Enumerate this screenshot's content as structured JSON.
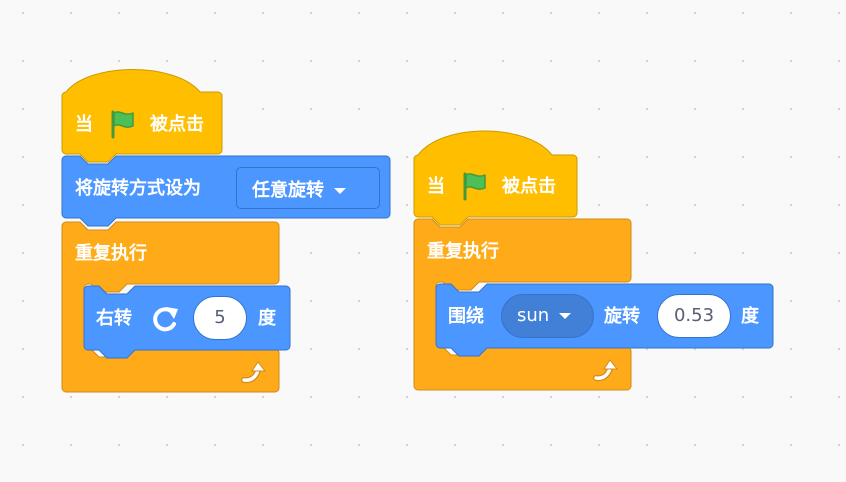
{
  "script1": {
    "hat_when": "当",
    "hat_clicked": "被点击",
    "set_rotation_label": "将旋转方式设为",
    "rotation_style_value": "任意旋转",
    "repeat_label": "重复执行",
    "turn_right_label": "右转",
    "turn_degrees_value": "5",
    "degree_unit": "度"
  },
  "script2": {
    "hat_when": "当",
    "hat_clicked": "被点击",
    "repeat_label": "重复执行",
    "orbit_label": "围绕",
    "orbit_target_value": "sun",
    "rotate_label": "旋转",
    "rotate_degrees_value": "0.53",
    "degree_unit": "度"
  },
  "icons": {
    "flag": "green-flag-icon",
    "turn_right": "rotate-right-icon",
    "loop_return": "loop-arrow-icon"
  },
  "colors": {
    "control_orange": "#ffab19",
    "events_yellow": "#ffbf00",
    "motion_blue": "#4c97ff",
    "flag_green": "#4cbf56",
    "workspace_bg": "#f9f9f9"
  }
}
